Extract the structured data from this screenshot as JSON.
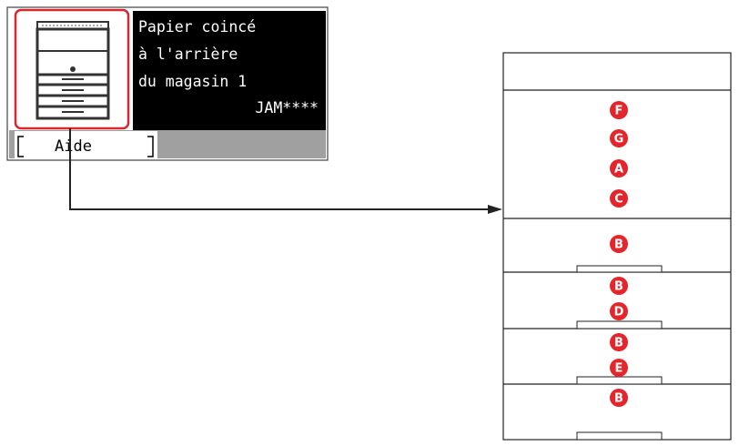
{
  "display": {
    "message_lines": [
      "Papier coincé",
      "à l'arrière",
      "du magasin 1",
      "JAM****"
    ],
    "softkey_label": "Aide",
    "icon": "printer-with-trays-icon"
  },
  "printer": {
    "markers": [
      {
        "letter": "F"
      },
      {
        "letter": "G"
      },
      {
        "letter": "A"
      },
      {
        "letter": "C"
      },
      {
        "letter": "B"
      },
      {
        "letter": "B"
      },
      {
        "letter": "D"
      },
      {
        "letter": "B"
      },
      {
        "letter": "E"
      },
      {
        "letter": "B"
      }
    ]
  },
  "colors": {
    "highlight": "#d9272e",
    "marker": "#e3262c",
    "lcd_background": "#000000",
    "softkey_bar": "#a0a0a0",
    "line": "#222222"
  }
}
